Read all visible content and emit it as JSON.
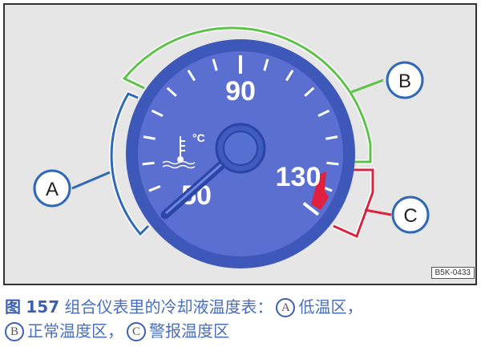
{
  "figure": {
    "code": "B5K-0433",
    "gauge": {
      "labels": [
        "50",
        "90",
        "130"
      ],
      "unit": "°C",
      "needle_value": 50,
      "range": [
        50,
        130
      ]
    },
    "callouts": [
      {
        "letter": "A"
      },
      {
        "letter": "B"
      },
      {
        "letter": "C"
      }
    ],
    "colors": {
      "zone_a": "#2f68b4",
      "zone_b": "#5cc24a",
      "zone_c": "#d8253f",
      "dial": "#5a6fcf",
      "bezel": "#3d58b8"
    }
  },
  "caption": {
    "figure_label": "图",
    "figure_number": "157",
    "title": "组合仪表里的冷却液温度表：",
    "items": [
      {
        "letter": "A",
        "text": "低温区，"
      },
      {
        "letter": "B",
        "text": "正常温度区，"
      },
      {
        "letter": "C",
        "text": "警报温度区"
      }
    ]
  }
}
